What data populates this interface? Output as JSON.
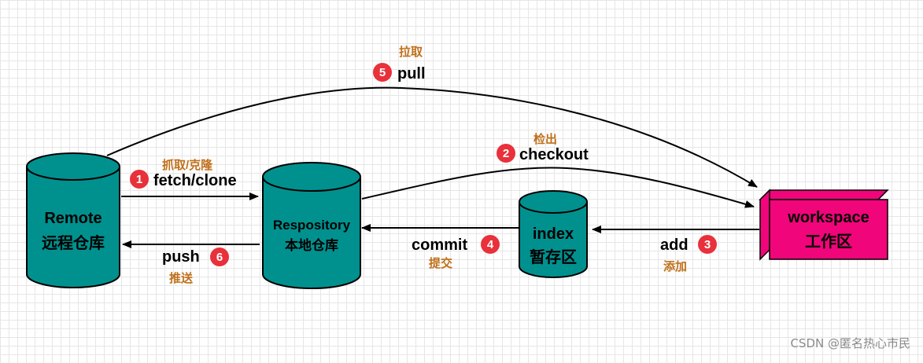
{
  "nodes": {
    "remote": {
      "en": "Remote",
      "zh": "远程仓库",
      "color": "#00918f"
    },
    "repository": {
      "en": "Respository",
      "zh": "本地仓库",
      "color": "#00918f"
    },
    "index": {
      "en": "index",
      "zh": "暂存区",
      "color": "#00918f"
    },
    "workspace": {
      "en": "workspace",
      "zh": "工作区",
      "color": "#f0057b"
    }
  },
  "steps": [
    {
      "num": "1",
      "en": "fetch/clone",
      "zh": "抓取/克隆"
    },
    {
      "num": "2",
      "en": "checkout",
      "zh": "检出"
    },
    {
      "num": "3",
      "en": "add",
      "zh": "添加"
    },
    {
      "num": "4",
      "en": "commit",
      "zh": "提交"
    },
    {
      "num": "5",
      "en": "pull",
      "zh": "拉取"
    },
    {
      "num": "6",
      "en": "push",
      "zh": "推送"
    }
  ],
  "badge_color": "#e8313a",
  "watermark": "CSDN @匿名热心市民"
}
